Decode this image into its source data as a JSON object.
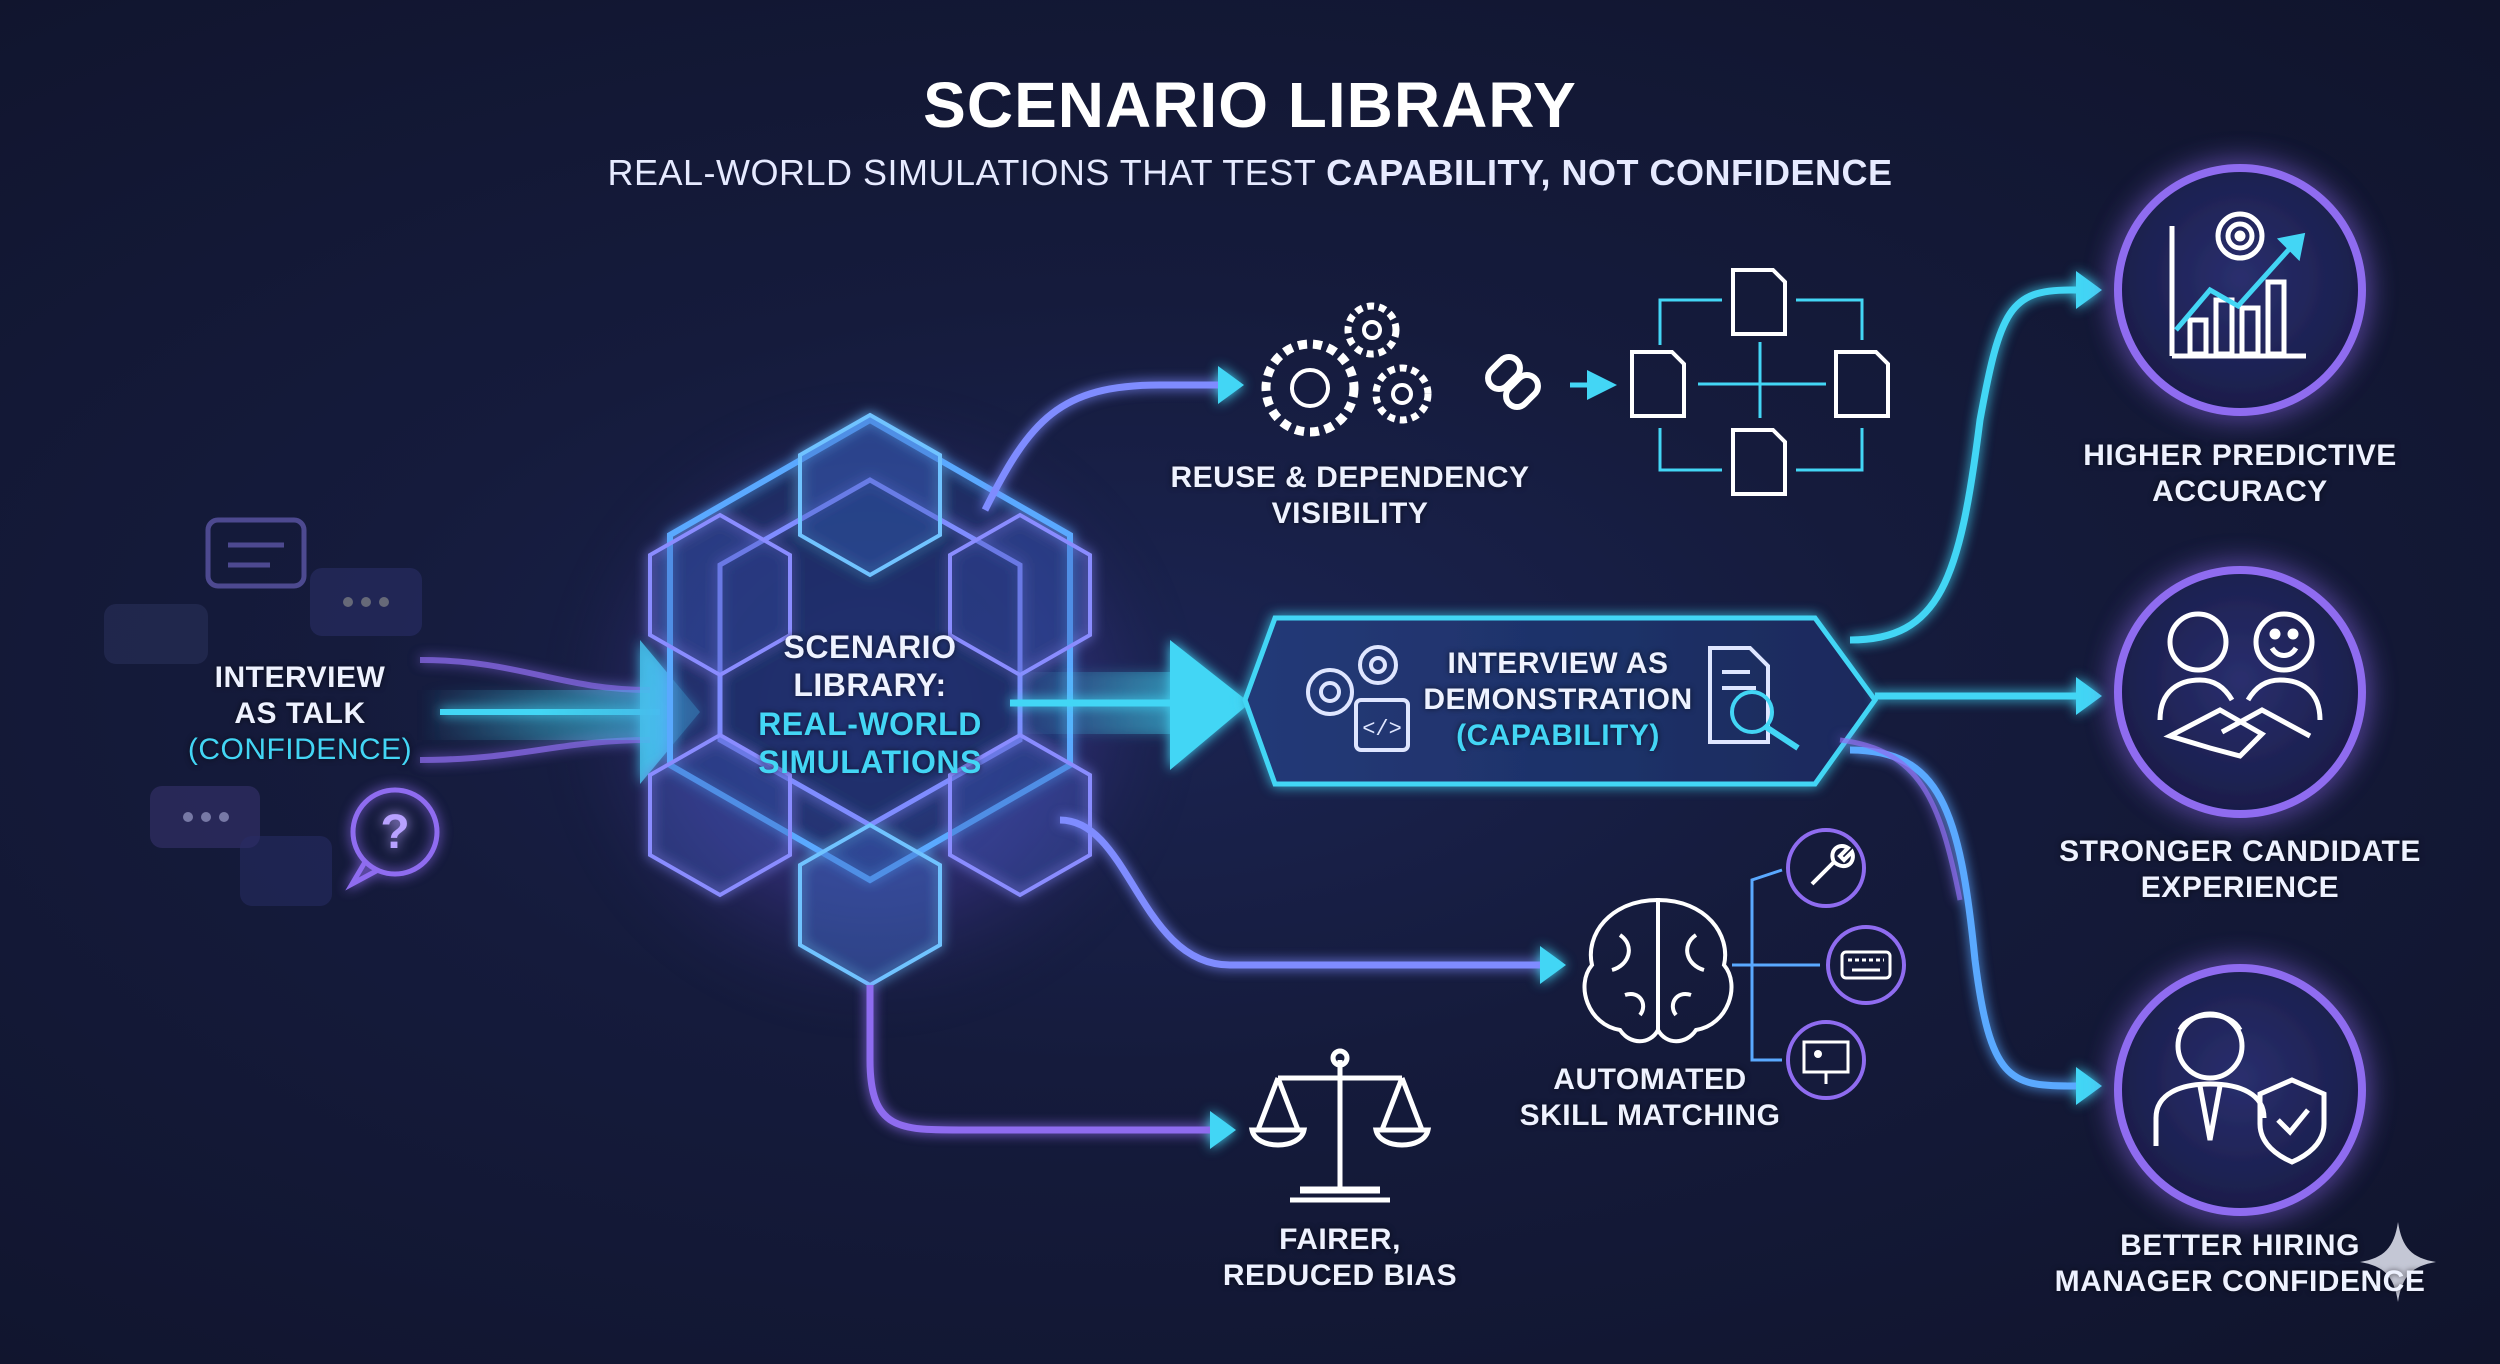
{
  "header": {
    "title": "SCENARIO LIBRARY",
    "subtitle_normal": "REAL-WORLD SIMULATIONS THAT TEST ",
    "subtitle_bold": "CAPABILITY, NOT CONFIDENCE"
  },
  "input": {
    "line1": "INTERVIEW",
    "line2": "AS TALK",
    "line3": "(CONFIDENCE)"
  },
  "hub": {
    "line1": "SCENARIO",
    "line2": "LIBRARY:",
    "line3": "REAL-WORLD",
    "line4": "SIMULATIONS"
  },
  "reuse": {
    "line1": "REUSE & DEPENDENCY",
    "line2": "VISIBILITY"
  },
  "demo": {
    "line1": "INTERVIEW AS",
    "line2": "DEMONSTRATION",
    "line3": "(CAPABILITY)"
  },
  "skill": {
    "line1": "AUTOMATED",
    "line2": "SKILL MATCHING"
  },
  "bias": {
    "line1": "FAIRER,",
    "line2": "REDUCED BIAS"
  },
  "outcomes": [
    {
      "line1": "HIGHER PREDICTIVE",
      "line2": "ACCURACY",
      "icon": "growth-chart-target-icon"
    },
    {
      "line1": "STRONGER CANDIDATE",
      "line2": "EXPERIENCE",
      "icon": "handshake-people-icon"
    },
    {
      "line1": "BETTER HIRING",
      "line2": "MANAGER CONFIDENCE",
      "icon": "manager-shield-icon"
    }
  ],
  "colors": {
    "background": "#141a3a",
    "cyan": "#43d6f5",
    "purple": "#8f6cf0",
    "blue": "#3f7ee8"
  }
}
